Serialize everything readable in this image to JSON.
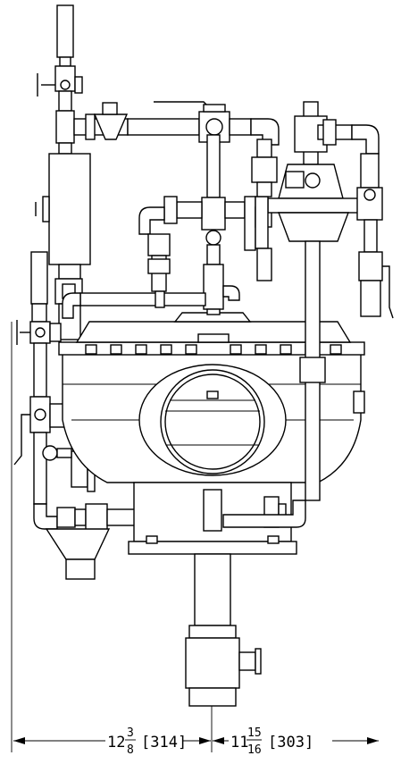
{
  "dimensions": {
    "left": {
      "whole": "12",
      "num": "3",
      "den": "8",
      "metric": "[314]"
    },
    "right": {
      "whole": "11",
      "num": "15",
      "den": "16",
      "metric": "[303]"
    }
  },
  "colors": {
    "line": "#000000",
    "background": "#ffffff"
  }
}
